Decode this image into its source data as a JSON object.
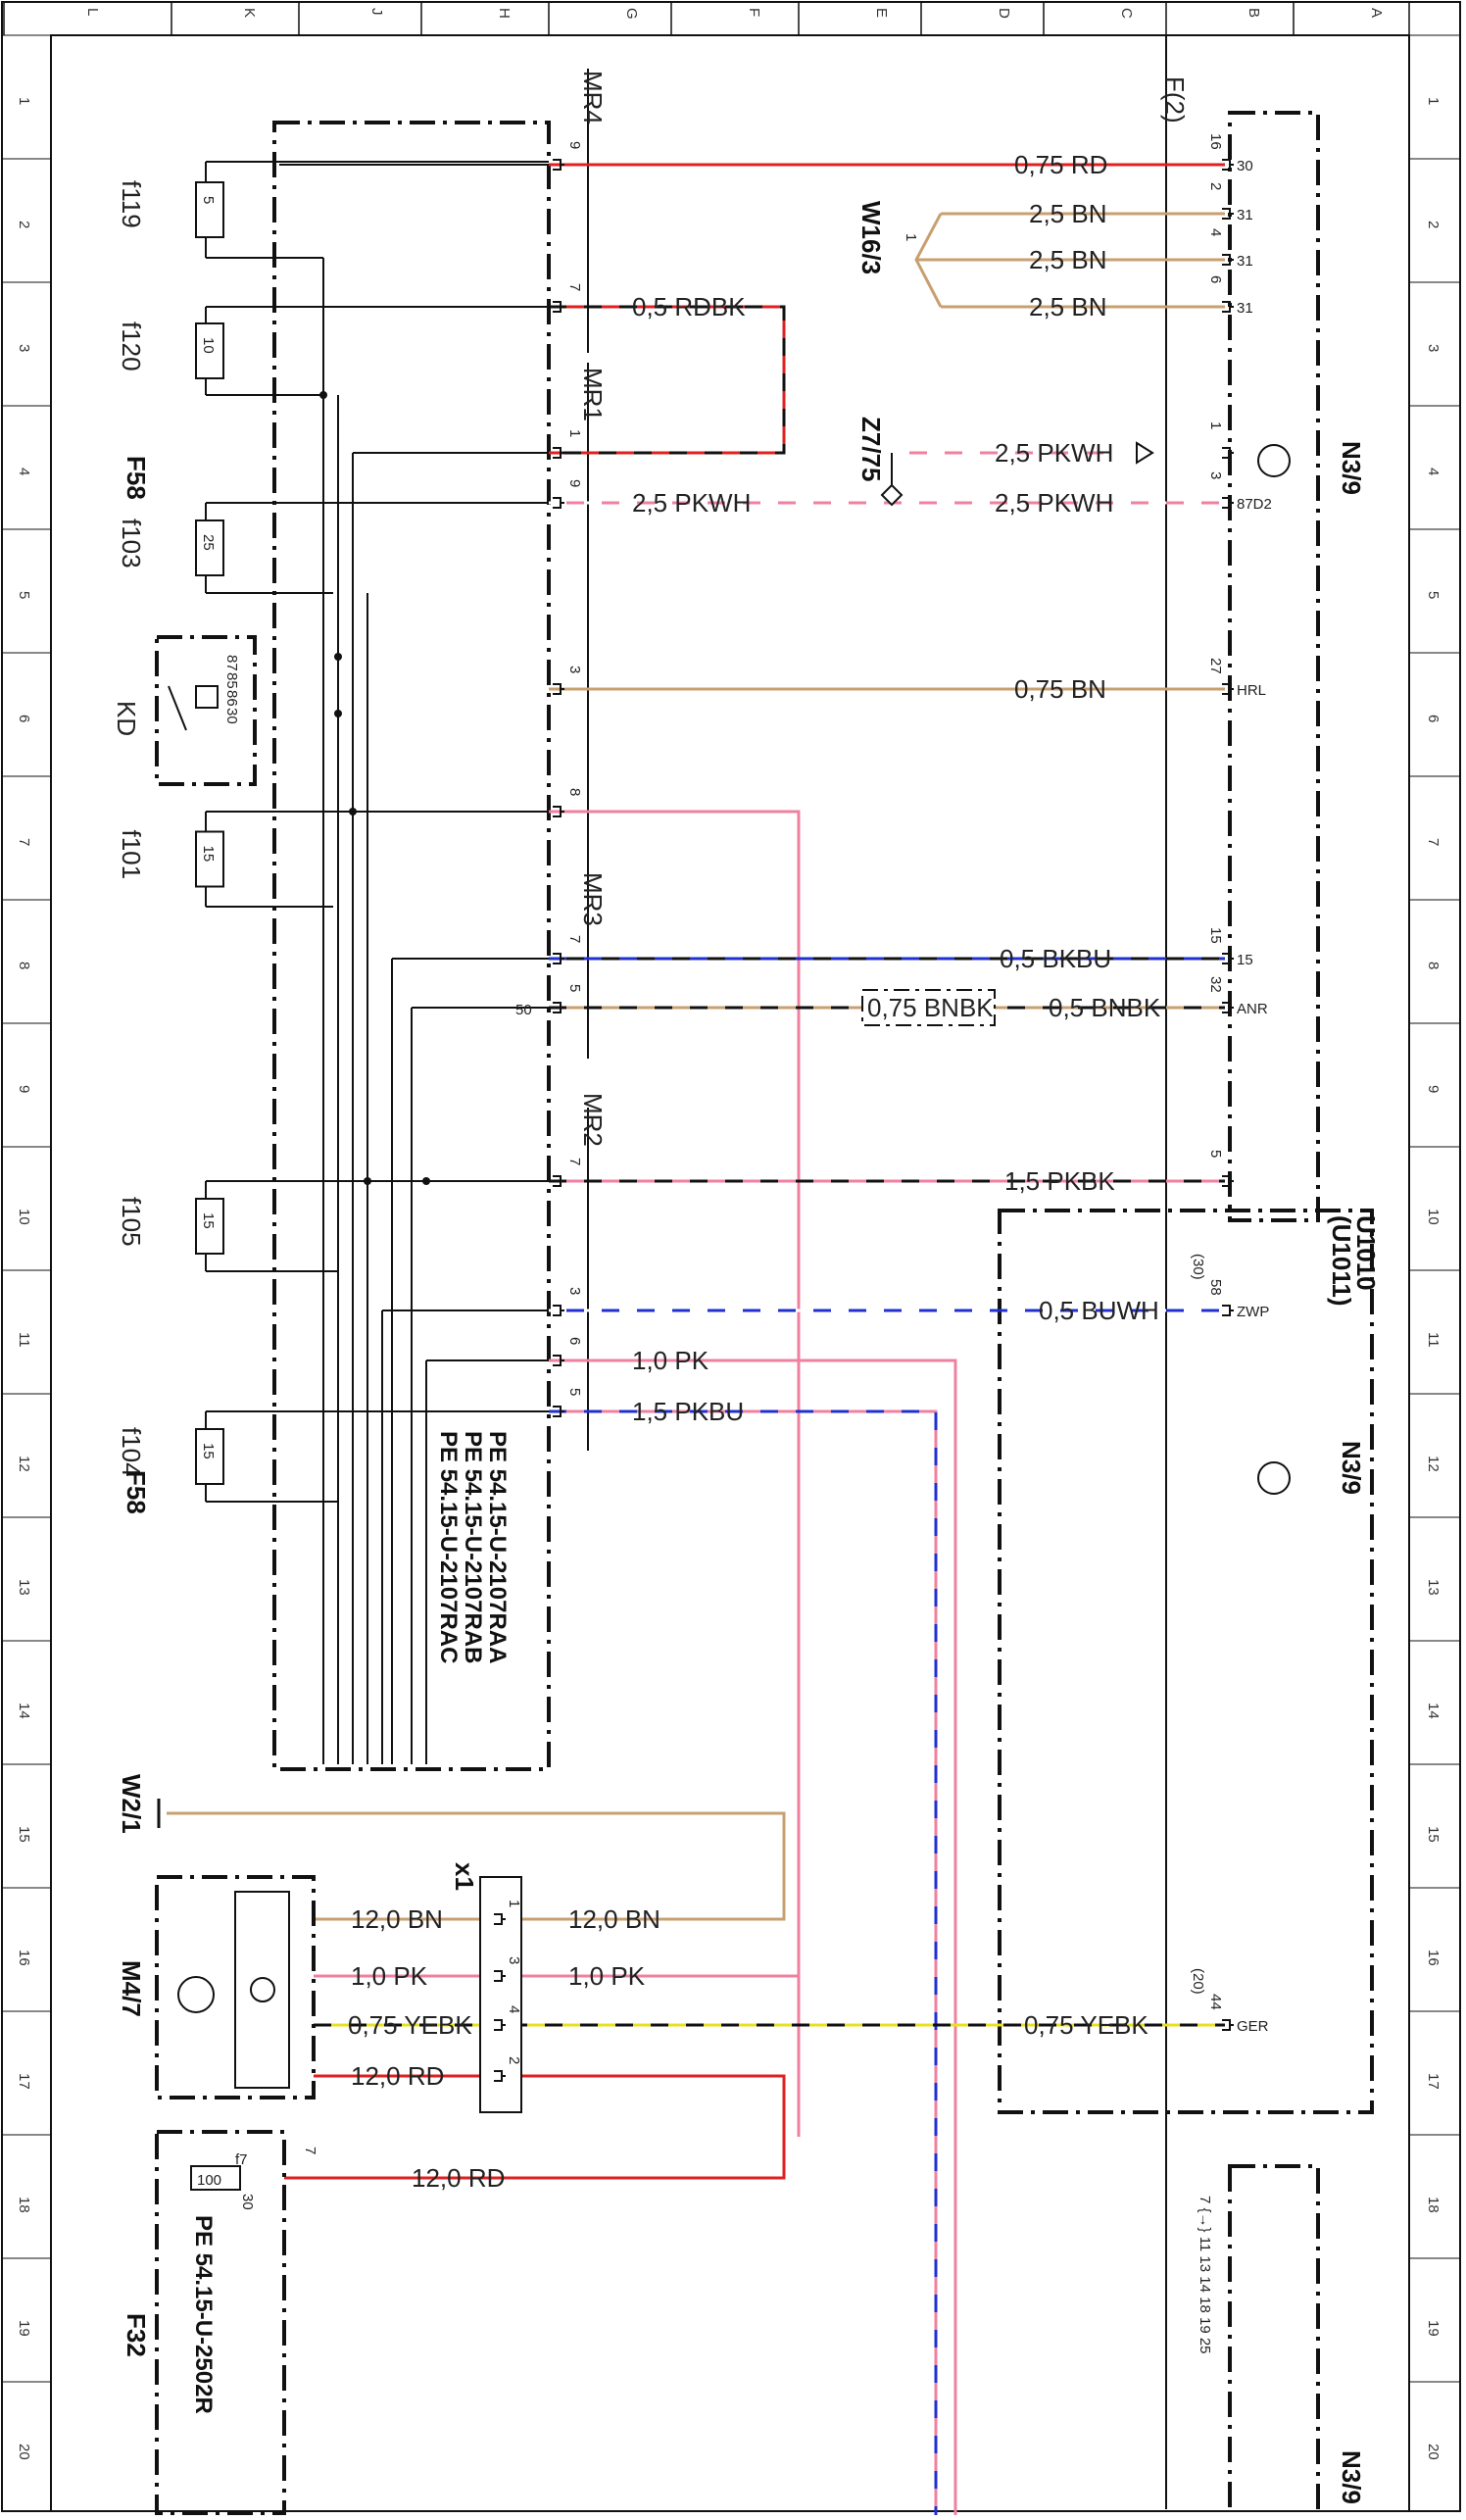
{
  "grid": {
    "cols": [
      "L",
      "K",
      "J",
      "H",
      "G",
      "F",
      "E",
      "D",
      "C",
      "B",
      "A"
    ],
    "rows": [
      "1",
      "2",
      "3",
      "4",
      "5",
      "6",
      "7",
      "8",
      "9",
      "10",
      "11",
      "12",
      "13",
      "14",
      "15",
      "16",
      "17",
      "18",
      "19",
      "20"
    ]
  },
  "components": {
    "mr4": "MR4",
    "mr1": "MR1",
    "mr3": "MR3",
    "mr2": "MR2",
    "f2": "F(2)",
    "w16_3": "W16/3",
    "z7_75": "Z7/75",
    "w2_1": "W2/1",
    "n3_9": "N3/9",
    "u1010": "U1010",
    "u1011": "(U1011)",
    "x1": "x1",
    "m4_7": "M4/7",
    "f58": "F58",
    "f32": "F32",
    "kd": "KD"
  },
  "fuses": [
    {
      "name": "f119",
      "rating": "5"
    },
    {
      "name": "f120",
      "rating": "10"
    },
    {
      "name": "f103",
      "rating": "25"
    },
    {
      "name": "f101",
      "rating": "15"
    },
    {
      "name": "f105",
      "rating": "15"
    },
    {
      "name": "f104",
      "rating": "15"
    },
    {
      "name": "f7",
      "rating": "100"
    }
  ],
  "wires": [
    {
      "label": "0,75 RD",
      "color": "#e02020"
    },
    {
      "label": "2,5 BN",
      "color": "#c8a070"
    },
    {
      "label": "0,5 RDBK",
      "color": "#e02020"
    },
    {
      "label": "2,5 PKWH",
      "color": "#f080a0"
    },
    {
      "label": "0,75 BN",
      "color": "#c8a070"
    },
    {
      "label": "0,5 BKBU",
      "color": "#2030d0"
    },
    {
      "label": "0,5 BNBK",
      "color": "#c8a070"
    },
    {
      "label": "0,75 BNBK",
      "color": "#c8a070"
    },
    {
      "label": "1,5 PKBK",
      "color": "#f080a0"
    },
    {
      "label": "0,5 BUWH",
      "color": "#2030d0"
    },
    {
      "label": "1,0 PK",
      "color": "#f080a0"
    },
    {
      "label": "1,5 PKBU",
      "color": "#f080a0"
    },
    {
      "label": "12,0 BN",
      "color": "#c8a070"
    },
    {
      "label": "0,75 YEBK",
      "color": "#e8e020"
    },
    {
      "label": "12,0 RD",
      "color": "#e02020"
    }
  ],
  "pins_right": [
    {
      "num": "16",
      "name": "30"
    },
    {
      "num": "2",
      "name": "31"
    },
    {
      "num": "4",
      "name": "31"
    },
    {
      "num": "6",
      "name": "31"
    },
    {
      "num": "1",
      "name": ""
    },
    {
      "num": "3",
      "name": "87D2"
    },
    {
      "num": "27",
      "name": "HRL"
    },
    {
      "num": "15",
      "name": "15"
    },
    {
      "num": "32",
      "name": "ANR"
    },
    {
      "num": "5",
      "name": ""
    },
    {
      "num": "58",
      "name": "ZWP",
      "alt": "(30)"
    },
    {
      "num": "44",
      "name": "GER",
      "alt": "(20)"
    }
  ],
  "connector_pins": {
    "mr4": [
      "9",
      "7"
    ],
    "mr1": [
      "1",
      "9",
      "3",
      "8"
    ],
    "mr3": [
      "7",
      "5"
    ],
    "mr3_extra": "50",
    "mr2": [
      "7",
      "3",
      "6",
      "5"
    ],
    "x1": [
      "1",
      "3",
      "4",
      "2"
    ],
    "w16_pin": "1",
    "f7_pin": "7",
    "f7_term": "30",
    "kd_pins": [
      "87",
      "85",
      "86",
      "30"
    ]
  },
  "references": {
    "pe_a": "PE 54.15-U-2107RAA",
    "pe_b": "PE 54.15-U-2107RAB",
    "pe_c": "PE 54.15-U-2107RAC",
    "pe_d": "PE 54.15-U-2502R"
  },
  "bottom_pins": "7 {→} 11 13 14 18 19 25"
}
